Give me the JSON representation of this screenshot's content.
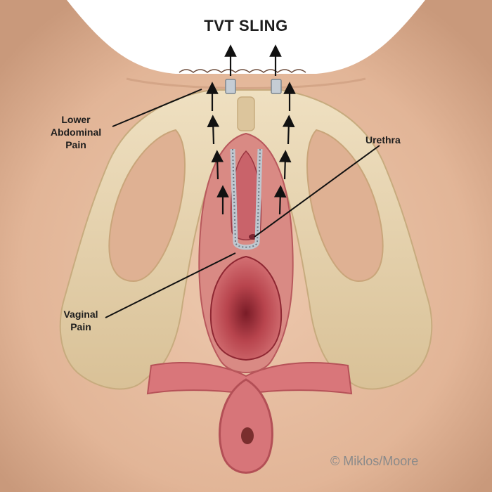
{
  "title": "TVT SLING",
  "labels": {
    "lower_abdominal_line1": "Lower",
    "lower_abdominal_line2": "Abdominal",
    "lower_abdominal_line3": "Pain",
    "urethra": "Urethra",
    "vaginal_line1": "Vaginal",
    "vaginal_line2": "Pain"
  },
  "copyright": "© Miklos/Moore",
  "colors": {
    "background": "#ffffff",
    "skin": "#e6bc9f",
    "skin_shadow": "#c99a7c",
    "bone": "#e9d7b3",
    "tissue": "#c8555c",
    "tissue_dark": "#8e2732",
    "muscle": "#d9767a",
    "mesh": "#bfc7cf",
    "text": "#1d1d1d",
    "copyright_text": "#8a8a8a"
  }
}
